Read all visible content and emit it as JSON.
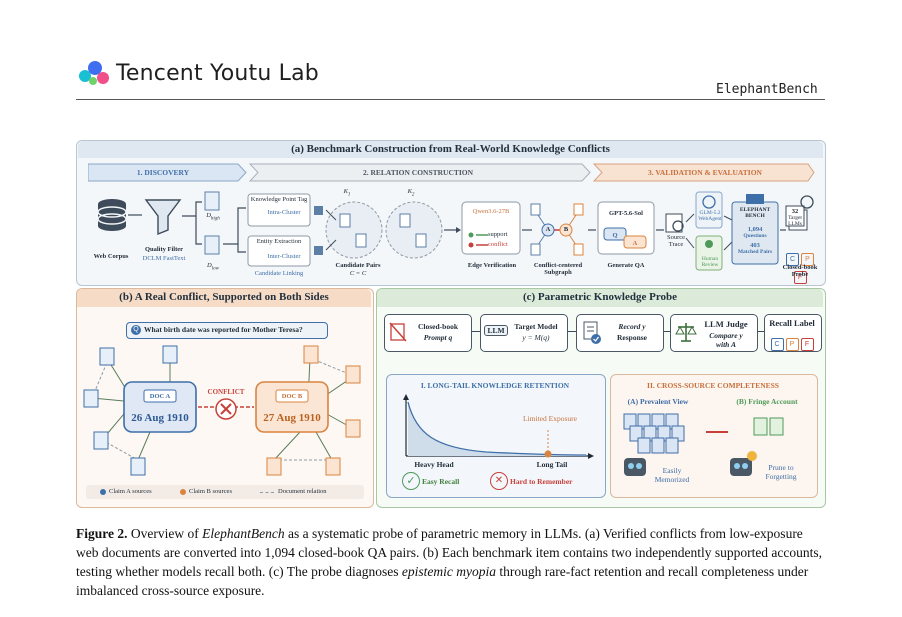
{
  "header": {
    "lab_name": "Tencent Youtu Lab",
    "running_title": "ElephantBench"
  },
  "figure": {
    "a": {
      "title": "(a) Benchmark Construction from Real-World Knowledge Conflicts",
      "stages": [
        "1.  DISCOVERY",
        "2. RELATION CONSTRUCTION",
        "3. VALIDATION & EVALUATION"
      ],
      "web_corpus": "Web Corpus",
      "quality_filter": "Quality Filter",
      "dclm": "DCLM FastText",
      "d_high": "D",
      "d_high_sub": "high",
      "d_low": "D",
      "d_low_sub": "low",
      "kp_tag": "Knowledge Point Tag",
      "intra": "Intra-Cluster",
      "entity": "Entity Extraction",
      "inter": "Inter-Cluster",
      "candidate_linking": "Candidate Linking",
      "k1": "K",
      "k1_sub": "1",
      "k2": "K",
      "k2_sub": "2",
      "candidate_pairs": "Candidate Pairs",
      "candidate_formula": "C = C",
      "qwen": "Qwen3.6-27B",
      "support": "support",
      "conflict": "conflict",
      "edge_verification": "Edge Verification",
      "subgraph": "Conflict-centered Subgraph",
      "gpt": "GPT-5.6-Sol",
      "generate_qa": "Generate QA",
      "source_trace": "Source Trace",
      "glm": "GLM-5.2 WebAgent",
      "human_review": "Human Review",
      "elephant_bench": "ELEPHANT BENCH",
      "questions_count": "1,094",
      "questions_label": "Questions",
      "matched_count": "403",
      "matched_label": "Matched Pairs",
      "target_llms_count": "32",
      "target_llms_label": "Target LLMs",
      "closed_book_probe": "Closed-book Probe",
      "node_a": "A",
      "node_b": "B",
      "q_letter": "Q",
      "a_letter": "A"
    },
    "b": {
      "title": "(b) A Real Conflict, Supported on Both Sides",
      "question": "What birth date was reported for Mother Teresa?",
      "doc_a": "DOC A",
      "doc_b": "DOC B",
      "date_a": "26 Aug 1910",
      "date_b": "27 Aug 1910",
      "conflict": "CONFLICT",
      "legend_a": "Claim A sources",
      "legend_b": "Claim B sources",
      "legend_rel": "Document relation"
    },
    "c": {
      "title": "(c) Parametric Knowledge Probe",
      "closed_book": "Closed-book",
      "prompt": "Prompt q",
      "llm": "LLM",
      "target_model": "Target Model",
      "target_formula": "y = M(q)",
      "record": "Record y",
      "response": "Response",
      "llm_judge": "LLM Judge",
      "compare": "Compare y",
      "with_a": "with A",
      "recall_label": "Recall Label",
      "labels": [
        "C",
        "P",
        "F"
      ],
      "long_tail_title": "I. LONG-TAIL KNOWLEDGE RETENTION",
      "limited_exposure": "Limited Exposure",
      "heavy_head": "Heavy Head",
      "long_tail": "Long Tail",
      "easy_recall": "Easy Recall",
      "hard_remember": "Hard to Remember",
      "cross_title": "II. CROSS-SOURCE COMPLETENESS",
      "prevalent": "(A) Prevalent View",
      "fringe": "(B) Fringe Account",
      "easily_memorized": "Easily Memorized",
      "prune": "Prune to Forgetting"
    }
  },
  "caption": {
    "label": "Figure 2.",
    "text1": " Overview of ",
    "name": "ElephantBench",
    "text2": " as a systematic probe of parametric memory in LLMs. (a) Verified conflicts from low-exposure web documents are converted into 1,094 closed-book QA pairs. (b) Each benchmark item contains two independently supported accounts, testing whether models recall both. (c) The probe diagnoses ",
    "term": "epistemic myopia",
    "text3": " through rare-fact retention and recall completeness under imbalanced cross-source exposure."
  },
  "colors": {
    "claim_a": "#3f6fa8",
    "claim_b": "#d9843f",
    "conflict_red": "#c7413a",
    "panel_a_bg": "#eef3f8",
    "panel_b_bg": "#fdf3ec",
    "panel_c_bg": "#eef6ee"
  }
}
